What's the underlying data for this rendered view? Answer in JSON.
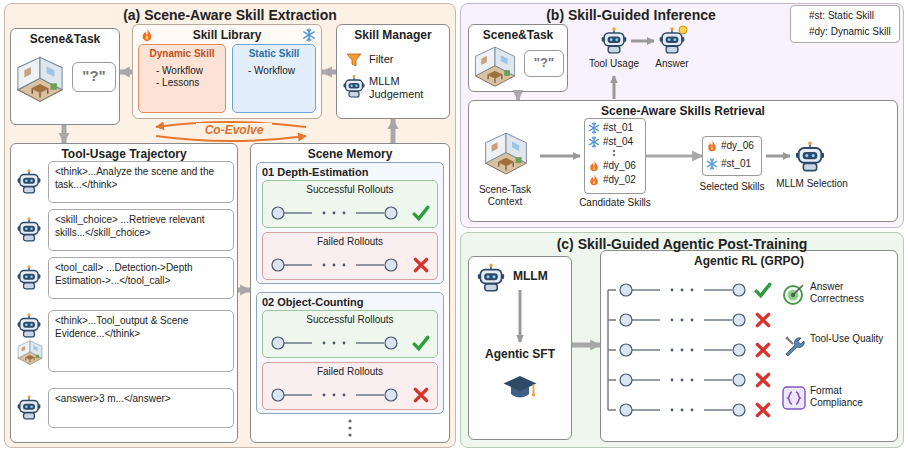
{
  "diagram": {
    "nodes": [
      {
        "text": [
          "(a) Scene-Aware Skill Extraction"
        ]
      },
      {
        "text": [
          "Scene&Task"
        ],
        "in": 0
      },
      {
        "text": [
          "\"?\""
        ],
        "in": 1
      },
      {
        "text": [
          "Skill Library"
        ],
        "in": 0
      },
      {
        "text": [
          "Dynamic Skill",
          "- Workflow - Lessons"
        ],
        "in": 3
      },
      {
        "text": [
          "Static Skill",
          "- Workflow"
        ],
        "in": 3
      },
      {
        "text": [
          "Skill Manager",
          "Filter",
          "MLLM Judgement"
        ],
        "in": 0
      },
      {
        "text": [
          "Tool-Usage Trajectory"
        ],
        "in": 0
      },
      {
        "text": [
          "<think>...Analyze the scene and the task...</think>"
        ],
        "in": 7
      },
      {
        "text": [
          "<skill_choice> ...Retrieve relevant skills...</skill_choice>"
        ],
        "in": 7
      },
      {
        "text": [
          "<tool_call> ...Detection->Depth Estimation->...</tool_call>"
        ],
        "in": 7
      },
      {
        "text": [
          "<think>...Tool_output & Scene Evidence...</think>"
        ],
        "in": 7
      },
      {
        "text": [
          "<answer>3 m...</answer>"
        ],
        "in": 7
      },
      {
        "text": [
          "Scene Memory"
        ],
        "in": 0
      },
      {
        "text": [
          "01 Depth-Estimation"
        ],
        "in": 13
      },
      {
        "text": [
          "Successful Rollouts"
        ],
        "in": 14
      },
      {
        "text": [
          "Failed Rollouts"
        ],
        "in": 14
      },
      {
        "text": [
          "02 Object-Counting"
        ],
        "in": 13
      },
      {
        "text": [
          "Successful Rollouts"
        ],
        "in": 17
      },
      {
        "text": [
          "Failed Rollouts"
        ],
        "in": 17
      },
      {
        "text": [
          "(b) Skill-Guided Inference"
        ]
      },
      {
        "text": [
          "Scene&Task"
        ],
        "in": 20
      },
      {
        "text": [
          "\"?\""
        ],
        "in": 21
      },
      {
        "text": [
          "Scene-Aware Skills Retrieval"
        ],
        "in": 20
      },
      {
        "text": [
          "#st_01",
          "#st_04",
          "#dy_06",
          "#dy_02",
          "Candidate Skills"
        ],
        "in": 23
      },
      {
        "text": [
          "#dy_06",
          "#st_01",
          "Selected Skills"
        ],
        "in": 23
      },
      {
        "text": [
          "(c) Skill-Guided Agentic Post-Training"
        ]
      },
      {
        "text": [
          "MLLM",
          "Agentic SFT"
        ],
        "in": 26
      },
      {
        "text": [
          "Agentic RL (GRPO)",
          "Answer Correctness",
          "Tool-Use Quality",
          "Format Compliance"
        ],
        "in": 26
      }
    ],
    "edges": [
      {
        "from": 3,
        "to": 1,
        "arrow": "to"
      },
      {
        "from": 1,
        "to": 7,
        "arrow": "to"
      },
      {
        "from": 7,
        "to": 13,
        "arrow": "to"
      },
      {
        "from": 13,
        "to": 6,
        "arrow": "to"
      },
      {
        "from": 6,
        "to": 3,
        "arrow": "to"
      },
      {
        "from": 21,
        "to": 23,
        "arrow": "to"
      },
      {
        "from": 24,
        "to": 25,
        "arrow": "to"
      },
      {
        "from": 27,
        "to": 28,
        "arrow": "to"
      }
    ],
    "labels": [
      "Co-Evolve",
      "Tool Usage",
      "Answer",
      "Scene-Task Context",
      "MLLM Selection"
    ],
    "legend": [
      {
        "text": "#st: Static Skill"
      },
      {
        "text": "#dy: Dynamic Skill"
      }
    ]
  }
}
